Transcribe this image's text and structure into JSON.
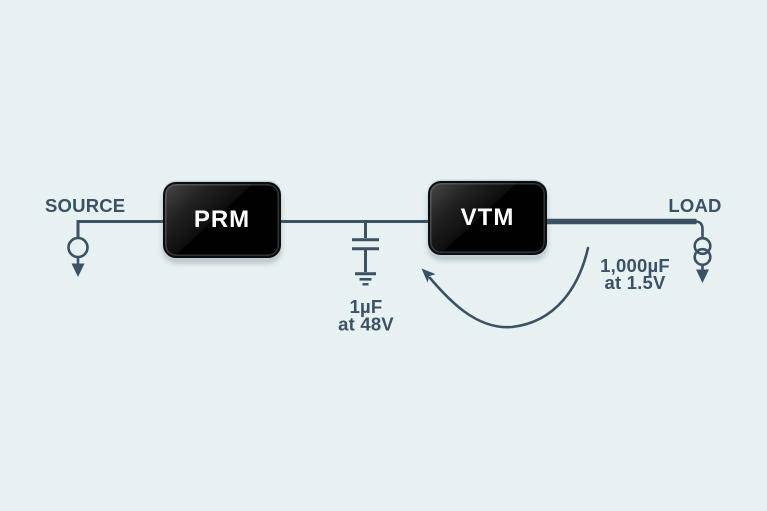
{
  "diagram": {
    "title_hint": "PRM to VTM factorized power architecture chain",
    "colors": {
      "background": "#e8f1f2",
      "line": "#3b5164",
      "text": "#3b5164",
      "module_background": "#010101",
      "module_text": "#ffffff"
    },
    "source": {
      "label": "SOURCE"
    },
    "load": {
      "label": "LOAD"
    },
    "modules": [
      {
        "id": "prm",
        "label": "PRM"
      },
      {
        "id": "vtm",
        "label": "VTM"
      }
    ],
    "capacitors": {
      "input": {
        "value": "1µF",
        "condition": "at 48V"
      },
      "output": {
        "value": "1,000µF",
        "condition": "at 1.5V"
      }
    },
    "icons": {
      "source": "circle-current-source-with-down-arrow",
      "load": "double-circle-current-sink-with-down-arrow",
      "input_capacitor": "capacitor-to-ground",
      "annotation": "curved-arrow-pointing-at-vtm-input"
    }
  }
}
